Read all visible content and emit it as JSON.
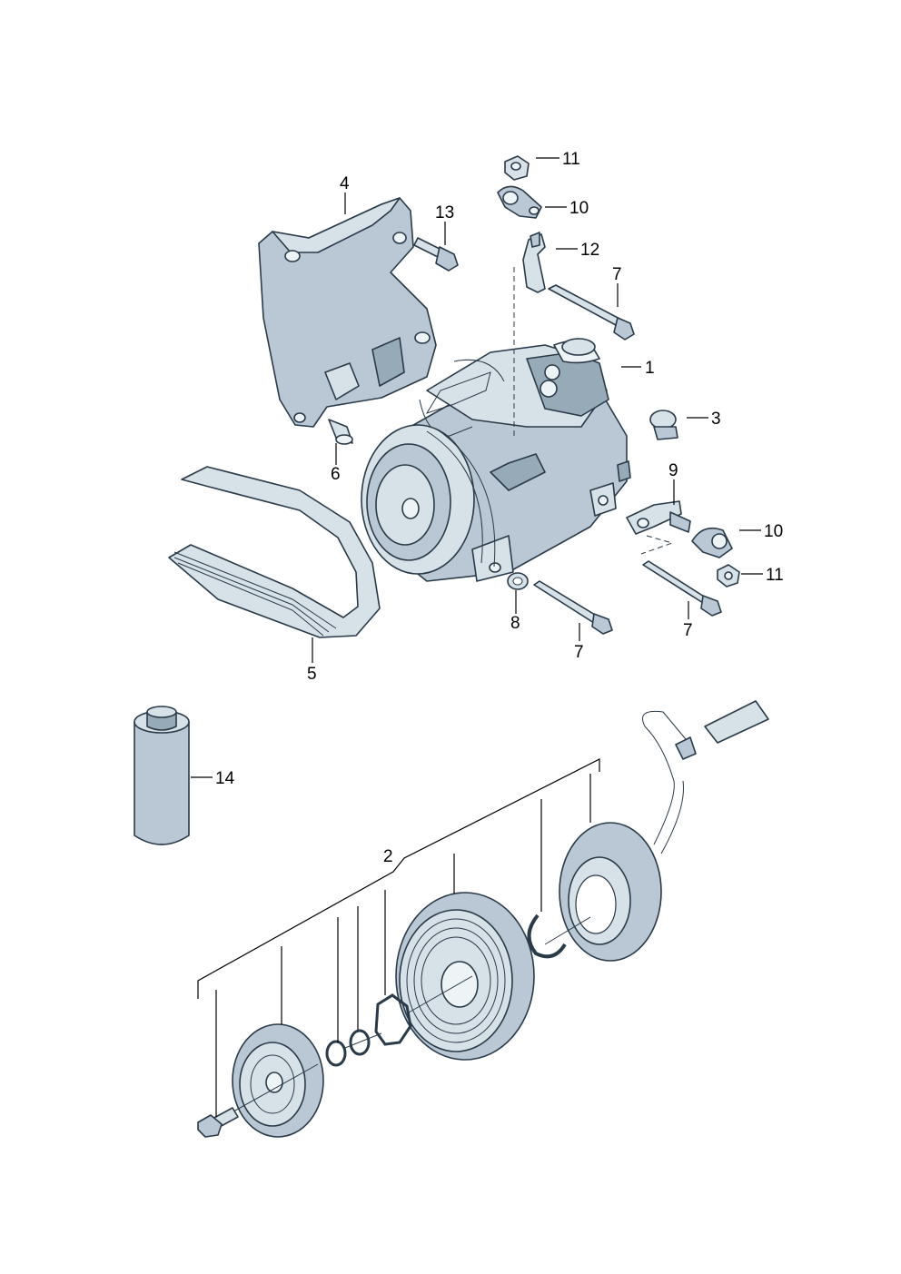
{
  "callouts": [
    {
      "id": "c1",
      "text": "1"
    },
    {
      "id": "c2",
      "text": "2"
    },
    {
      "id": "c3",
      "text": "3"
    },
    {
      "id": "c4",
      "text": "4"
    },
    {
      "id": "c5",
      "text": "5"
    },
    {
      "id": "c6",
      "text": "6"
    },
    {
      "id": "c7a",
      "text": "7"
    },
    {
      "id": "c7b",
      "text": "7"
    },
    {
      "id": "c7c",
      "text": "7"
    },
    {
      "id": "c8",
      "text": "8"
    },
    {
      "id": "c9",
      "text": "9"
    },
    {
      "id": "c10a",
      "text": "10"
    },
    {
      "id": "c10b",
      "text": "10"
    },
    {
      "id": "c11a",
      "text": "11"
    },
    {
      "id": "c11b",
      "text": "11"
    },
    {
      "id": "c12",
      "text": "12"
    },
    {
      "id": "c13",
      "text": "13"
    },
    {
      "id": "c14",
      "text": "14"
    }
  ]
}
